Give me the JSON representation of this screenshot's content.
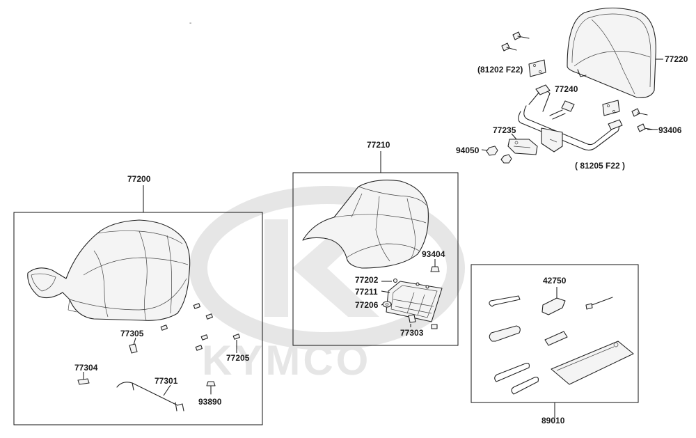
{
  "watermark": {
    "brand_text": "KYMCO"
  },
  "labels": {
    "main_seat": "77200",
    "rear_seat": "77210",
    "backrest": "77220",
    "backrest_bracket": "77240",
    "bracket_plate": "77235",
    "nut": "94050",
    "bolt": "93406",
    "bracket_left_code": "(81202 F22)",
    "bracket_right_code": "( 81205   F22 )",
    "rubber_93404": "93404",
    "clip_77202": "77202",
    "plate_77211": "77211",
    "washer_77206": "77206",
    "clip_77303": "77303",
    "toolkit": "89010",
    "plug_wrench": "42750",
    "bushing_77305": "77305",
    "clip_77304": "77304",
    "wire_77301": "77301",
    "stopper_77205": "77205",
    "bolt_93890": "93890"
  }
}
